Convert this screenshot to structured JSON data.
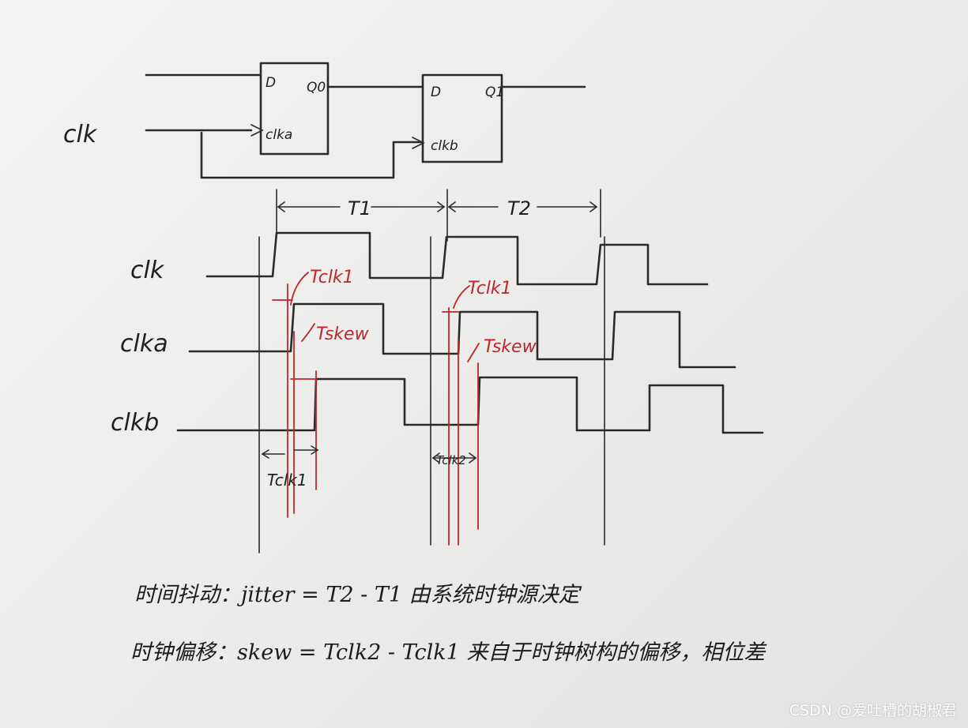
{
  "circuit": {
    "input_label": "clk",
    "ff1": {
      "d": "D",
      "q": "Q0",
      "clk": "clka"
    },
    "ff2": {
      "d": "D",
      "q": "Q1",
      "clk": "clkb"
    }
  },
  "timing": {
    "period1": "T1",
    "period2": "T2",
    "signals": [
      "clk",
      "clka",
      "clkb"
    ],
    "red_labels": {
      "tclk1_a": "Tclk1",
      "tskew_a": "Tskew",
      "tclk1_b": "Tclk1",
      "tskew_b": "Tskew"
    },
    "bottom_labels": {
      "tclk1": "Tclk1",
      "tclk2": "Tclk2"
    }
  },
  "notes": {
    "jitter": "时间抖动：jitter = T2 - T1   由系统时钟源决定",
    "skew": "时钟偏移：skew = Tclk2 - Tclk1   来自于时钟树构的偏移，相位差"
  },
  "watermark": "CSDN @爱吐槽的胡椒君"
}
